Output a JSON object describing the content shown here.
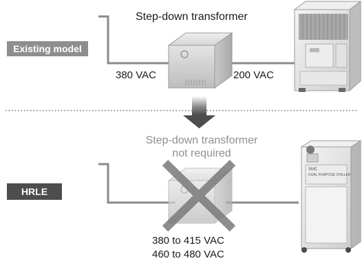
{
  "existing": {
    "label": "Existing model",
    "transformer_title": "Step-down transformer",
    "input_voltage": "380 VAC",
    "output_voltage": "200 VAC"
  },
  "hrle": {
    "label": "HRLE",
    "transformer_line1": "Step-down transformer",
    "transformer_line2": "not required",
    "voltage_line1": "380 to 415 VAC",
    "voltage_line2": "460 to 480 VAC",
    "chiller_brand": "SMC",
    "chiller_model": "DUAL PURPOSE CHILLER"
  },
  "colors": {
    "existing_label_bg": "#8e8e8e",
    "hrle_label_bg": "#4d4d4d",
    "wire": "#8a8a8a",
    "cross": "#7a7a7a"
  }
}
